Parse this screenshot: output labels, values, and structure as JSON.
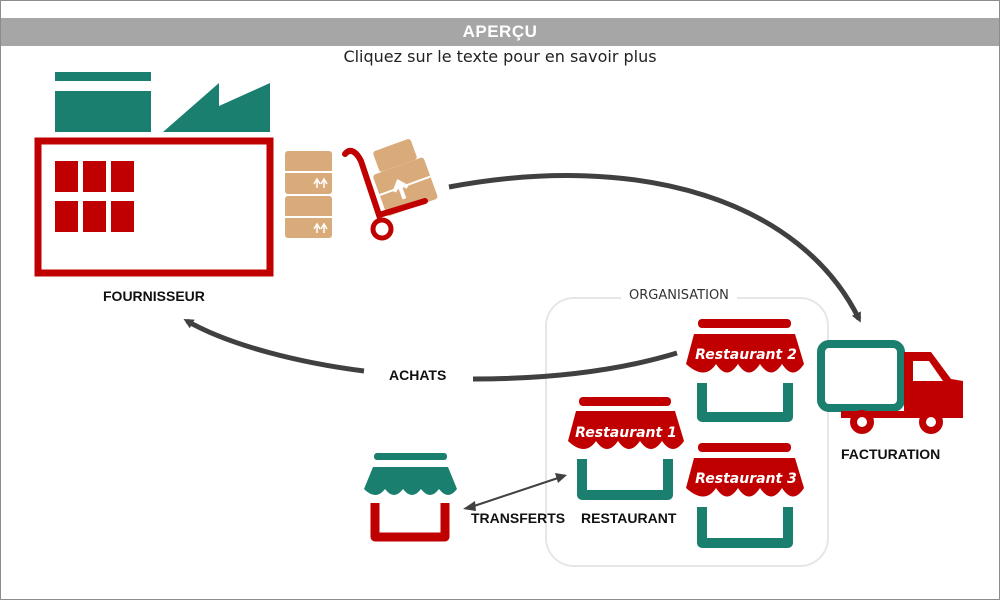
{
  "header": {
    "title": "APERÇU",
    "subtitle": "Cliquez sur le texte pour en savoir plus"
  },
  "labels": {
    "supplier": "FOURNISSEUR",
    "purchases": "ACHATS",
    "organization": "ORGANISATION",
    "invoicing": "FACTURATION",
    "transfers": "TRANSFERTS",
    "restaurant": "RESTAURANT"
  },
  "restaurants": [
    "Restaurant 1",
    "Restaurant 2",
    "Restaurant 3"
  ],
  "colors": {
    "teal": "#1a7f6e",
    "red": "#c00000",
    "box_tan": "#d9aa7a",
    "arrow_gray": "#404040",
    "header_gray": "#a6a6a6"
  },
  "icons": [
    "factory-icon",
    "boxes-icon",
    "hand-truck-icon",
    "store-icon",
    "delivery-truck-icon"
  ]
}
